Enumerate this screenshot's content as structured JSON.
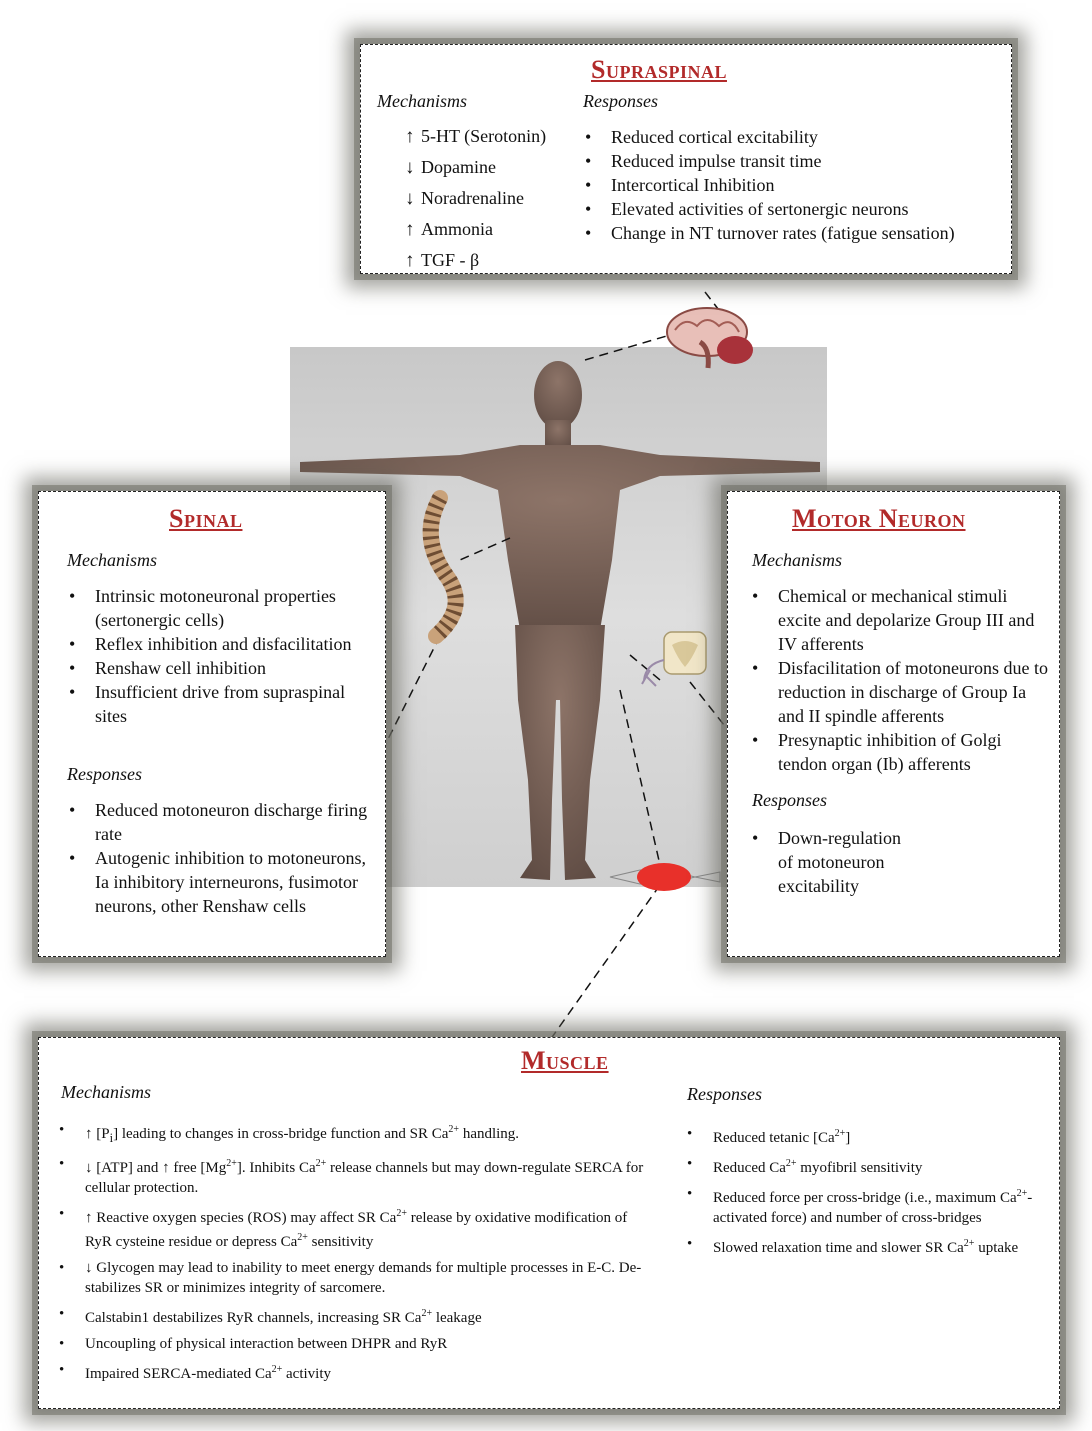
{
  "supraspinal": {
    "title": "Supraspinal",
    "mechanisms_heading": "Mechanisms",
    "responses_heading": "Responses",
    "mechanisms": [
      {
        "dir": "↑",
        "text": "5-HT (Serotonin)"
      },
      {
        "dir": "↓",
        "text": "Dopamine"
      },
      {
        "dir": "↓",
        "text": "Noradrenaline"
      },
      {
        "dir": "↑",
        "text": "Ammonia"
      },
      {
        "dir": "↑",
        "text": "TGF - β"
      }
    ],
    "responses": [
      "Reduced cortical excitability",
      "Reduced impulse transit time",
      "Intercortical Inhibition",
      "Elevated activities of sertonergic neurons",
      "Change in NT turnover rates (fatigue sensation)"
    ]
  },
  "spinal": {
    "title": "Spinal",
    "mechanisms_heading": "Mechanisms",
    "responses_heading": "Responses",
    "mechanisms": [
      "Intrinsic motoneuronal properties (sertonergic cells)",
      "Reflex inhibition and disfacilitation",
      "Renshaw cell inhibition",
      "Insufficient drive from supraspinal sites"
    ],
    "responses": [
      "Reduced motoneuron discharge firing rate",
      "Autogenic inhibition to motoneurons, Ia inhibitory interneurons, fusimotor neurons, other Renshaw cells"
    ]
  },
  "motor_neuron": {
    "title": "Motor Neuron",
    "mechanisms_heading": "Mechanisms",
    "responses_heading": "Responses",
    "mechanisms": [
      "Chemical or mechanical stimuli excite and depolarize Group III and IV afferents",
      "Disfacilitation of motoneurons due to reduction in discharge of Group Ia and II spindle afferents",
      "Presynaptic inhibition of Golgi tendon organ (Ib) afferents"
    ],
    "responses": [
      "Down-regulation of motoneuron excitability"
    ]
  },
  "muscle": {
    "title": "Muscle",
    "mechanisms_heading": "Mechanisms",
    "responses_heading": "Responses",
    "mechanisms": [
      {
        "pre": "↑ [P",
        "sub": "i",
        "mid": "] leading to changes in cross-bridge function and SR Ca",
        "sup": "2+",
        "post": " handling."
      },
      {
        "pre": "↓ [ATP] and ↑ free [Mg",
        "sup": "2+",
        "mid": "]. Inhibits Ca",
        "sup2": "2+",
        "post": " release channels but may down-regulate SERCA for cellular protection."
      },
      {
        "pre": "↑ Reactive oxygen species (ROS) may affect SR Ca",
        "sup": "2+",
        "mid": " release by oxidative modification of RyR cysteine residue or depress Ca",
        "sup2": "2+",
        "post": " sensitivity"
      },
      {
        "pre": "↓ Glycogen may lead to inability to meet energy demands for multiple processes in E-C. De-stabilizes SR or minimizes integrity of sarcomere."
      },
      {
        "pre": "Calstabin1 destabilizes RyR channels, increasing SR Ca",
        "sup": "2+",
        "post": " leakage"
      },
      {
        "pre": "Uncoupling of physical interaction between DHPR and RyR"
      },
      {
        "pre": "Impaired SERCA-mediated Ca",
        "sup": "2+",
        "post": " activity"
      }
    ],
    "responses": [
      {
        "pre": "Reduced tetanic [Ca",
        "sup": "2+",
        "post": "]"
      },
      {
        "pre": "Reduced Ca",
        "sup": "2+",
        "post": " myofibril sensitivity"
      },
      {
        "pre": "Reduced force per cross-bridge (i.e., maximum Ca",
        "sup": "2+",
        "post": "-activated force) and number of cross-bridges"
      },
      {
        "pre": "Slowed relaxation time and slower SR Ca",
        "sup": "2+",
        "post": " uptake"
      }
    ]
  },
  "colors": {
    "title": "#b22a2a",
    "muscle_icon": "#e8302a",
    "figure": "#7a6258",
    "background_panel": "#d4d4d4"
  },
  "icons": [
    "brain-icon",
    "spine-icon",
    "spinal-cord-icon",
    "muscle-icon",
    "human-figure"
  ]
}
